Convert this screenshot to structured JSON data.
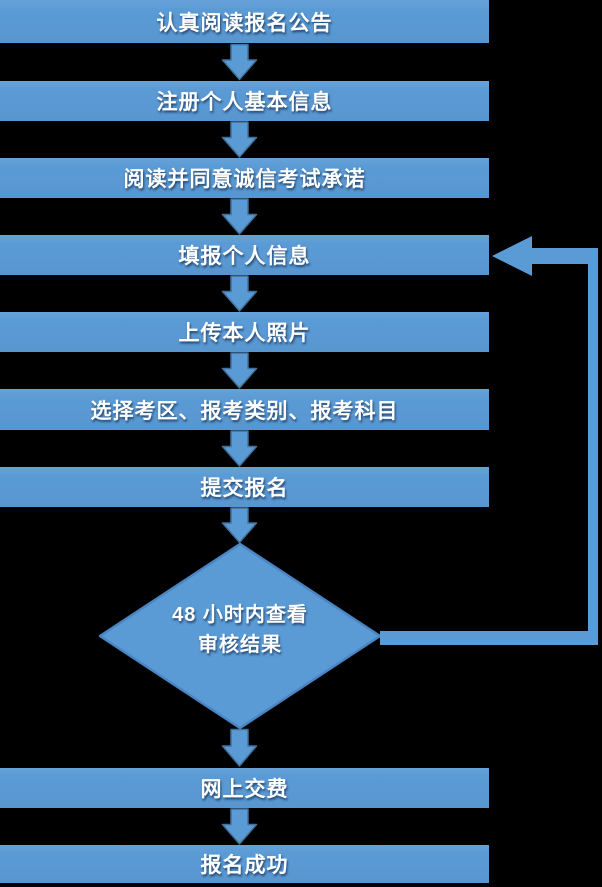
{
  "flowchart": {
    "background_color": "#000000",
    "shape_fill_color": "#5b9bd5",
    "shape_border_color": "#41719c",
    "text_color": "#ffffff",
    "steps": [
      {
        "label": "认真阅读报名公告"
      },
      {
        "label": "注册个人基本信息"
      },
      {
        "label": "阅读并同意诚信考试承诺"
      },
      {
        "label": "填报个人信息"
      },
      {
        "label": "上传本人照片"
      },
      {
        "label": "选择考区、报考类别、报考科目"
      },
      {
        "label": "提交报名"
      },
      {
        "label": "网上交费"
      },
      {
        "label": "报名成功"
      }
    ],
    "decision": {
      "line1": "48 小时内查看",
      "line2": "审核结果"
    }
  }
}
